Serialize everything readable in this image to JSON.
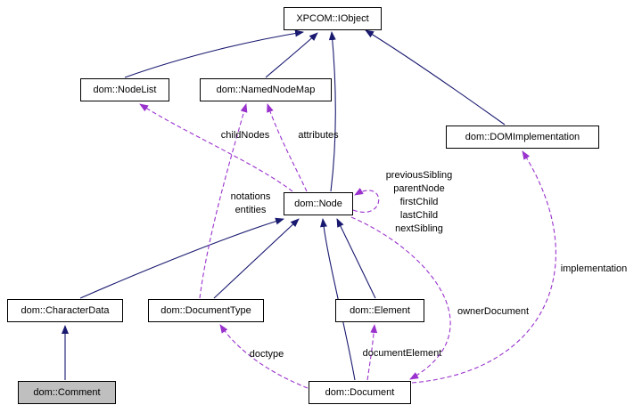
{
  "diagram": {
    "title": "Doxygen-style collaboration diagram for dom::Comment",
    "colors": {
      "inheritance_edge": "#191970",
      "usage_edge": "#9a32cd",
      "node_border": "#000000",
      "node_fill": "#ffffff",
      "current_node_fill": "#bfbfbf"
    },
    "nodes": {
      "iobject": {
        "label": "XPCOM::IObject"
      },
      "nodelist": {
        "label": "dom::NodeList"
      },
      "namednodemap": {
        "label": "dom::NamedNodeMap"
      },
      "domimplementation": {
        "label": "dom::DOMImplementation"
      },
      "node": {
        "label": "dom::Node"
      },
      "characterdata": {
        "label": "dom::CharacterData"
      },
      "documenttype": {
        "label": "dom::DocumentType"
      },
      "element": {
        "label": "dom::Element"
      },
      "comment": {
        "label": "dom::Comment"
      },
      "document": {
        "label": "dom::Document"
      }
    },
    "edge_labels": {
      "childnodes": "childNodes",
      "attributes": "attributes",
      "notations_entities": "notations\nentities",
      "self_loop": "previousSibling\nparentNode\nfirstChild\nlastChild\nnextSibling",
      "implementation": "implementation",
      "ownerdocument": "ownerDocument",
      "doctype": "doctype",
      "documentelement": "documentElement"
    }
  }
}
